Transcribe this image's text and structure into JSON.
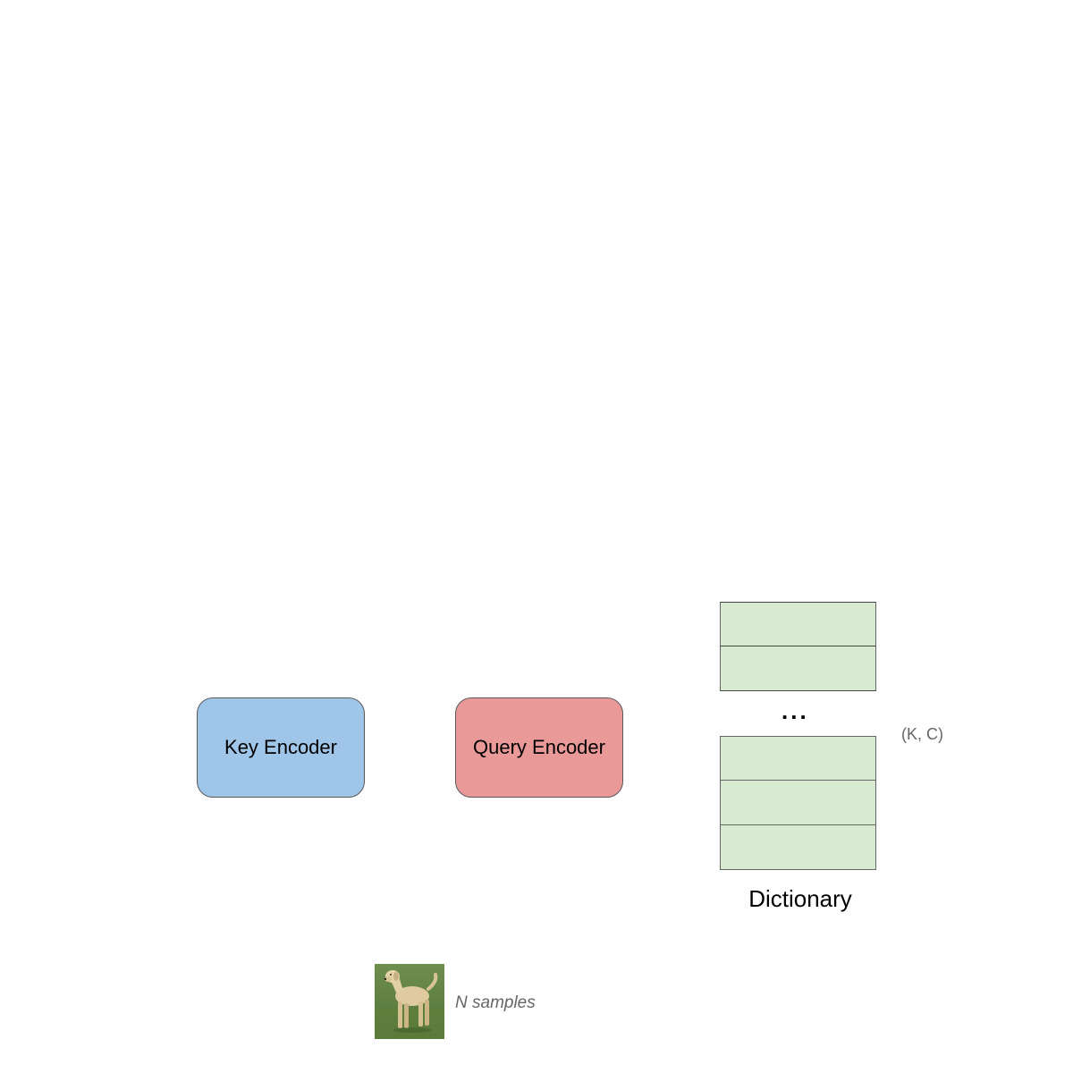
{
  "encoders": {
    "key_label": "Key Encoder",
    "query_label": "Query Encoder"
  },
  "dictionary": {
    "title": "Dictionary",
    "shape_label": "(K, C)",
    "ellipsis": "...",
    "top_cells": 2,
    "bottom_cells": 3
  },
  "samples": {
    "label": "N samples",
    "image_subject": "dog-photo"
  },
  "colors": {
    "key_encoder": "#9fc5e8",
    "query_encoder": "#ea9999",
    "dictionary_cell": "#d9ead3",
    "muted_text": "#666666"
  }
}
